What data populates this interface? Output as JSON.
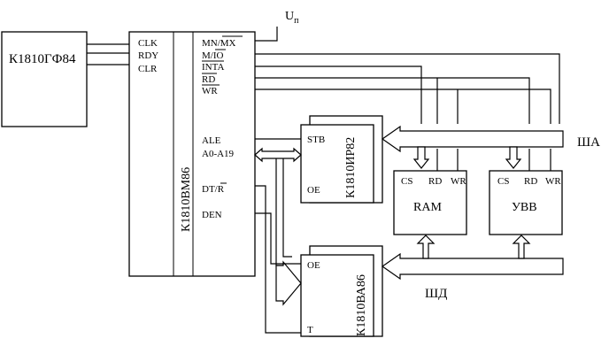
{
  "clock_chip": {
    "label": "К1810ГФ84"
  },
  "cpu": {
    "label": "К1810ВМ86",
    "left_pins": [
      "CLK",
      "RDY",
      "CLR"
    ],
    "right_pins_top": [
      "MN/MX",
      "M/IO",
      "INTA",
      "RD",
      "WR"
    ],
    "right_pins_mid": [
      "ALE",
      "A0-A19"
    ],
    "right_pins_low": [
      "DT/R",
      "DEN"
    ]
  },
  "power": {
    "label": "U",
    "subscript": "п"
  },
  "latch": {
    "label": "К1810ИР82",
    "pin_stb": "STB",
    "pin_oe": "OE"
  },
  "transceiver": {
    "label": "К1810ВА86",
    "pin_oe": "OE",
    "pin_t": "T"
  },
  "ram": {
    "label": "RAM",
    "pins": [
      "CS",
      "RD",
      "WR"
    ]
  },
  "io": {
    "label": "УВВ",
    "pins": [
      "CS",
      "RD",
      "WR"
    ]
  },
  "buses": {
    "address": "ША",
    "data": "ШД"
  }
}
